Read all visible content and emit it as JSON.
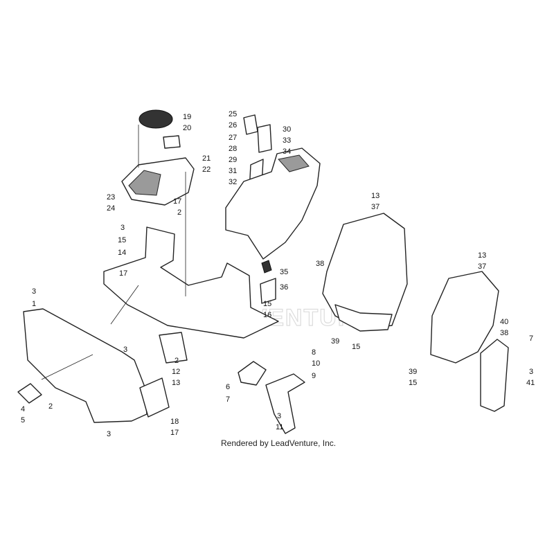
{
  "credit": "Rendered by LeadVenture, Inc.",
  "watermark": "LEADVENTURE",
  "callouts": [
    {
      "id": "c19",
      "label": "19"
    },
    {
      "id": "c20",
      "label": "20"
    },
    {
      "id": "c21",
      "label": "21"
    },
    {
      "id": "c22",
      "label": "22"
    },
    {
      "id": "c23",
      "label": "23"
    },
    {
      "id": "c24",
      "label": "24"
    },
    {
      "id": "c17a",
      "label": "17"
    },
    {
      "id": "c2a",
      "label": "2"
    },
    {
      "id": "c25",
      "label": "25"
    },
    {
      "id": "c26",
      "label": "26"
    },
    {
      "id": "c27",
      "label": "27"
    },
    {
      "id": "c28",
      "label": "28"
    },
    {
      "id": "c29",
      "label": "29"
    },
    {
      "id": "c31",
      "label": "31"
    },
    {
      "id": "c32",
      "label": "32"
    },
    {
      "id": "c30",
      "label": "30"
    },
    {
      "id": "c33",
      "label": "33"
    },
    {
      "id": "c34",
      "label": "34"
    },
    {
      "id": "c3a",
      "label": "3"
    },
    {
      "id": "c15a",
      "label": "15"
    },
    {
      "id": "c14",
      "label": "14"
    },
    {
      "id": "c17b",
      "label": "17"
    },
    {
      "id": "c35",
      "label": "35"
    },
    {
      "id": "c36",
      "label": "36"
    },
    {
      "id": "c15b",
      "label": "15"
    },
    {
      "id": "c16",
      "label": "16"
    },
    {
      "id": "c13a",
      "label": "13"
    },
    {
      "id": "c37a",
      "label": "37"
    },
    {
      "id": "c38a",
      "label": "38"
    },
    {
      "id": "c39a",
      "label": "39"
    },
    {
      "id": "c15c",
      "label": "15"
    },
    {
      "id": "c13b",
      "label": "13"
    },
    {
      "id": "c37b",
      "label": "37"
    },
    {
      "id": "c40",
      "label": "40"
    },
    {
      "id": "c38b",
      "label": "38"
    },
    {
      "id": "c7a",
      "label": "7"
    },
    {
      "id": "c3b",
      "label": "3"
    },
    {
      "id": "c41",
      "label": "41"
    },
    {
      "id": "c39b",
      "label": "39"
    },
    {
      "id": "c15d",
      "label": "15"
    },
    {
      "id": "c3c",
      "label": "3"
    },
    {
      "id": "c1",
      "label": "1"
    },
    {
      "id": "c3d",
      "label": "3"
    },
    {
      "id": "c2b",
      "label": "2"
    },
    {
      "id": "c12",
      "label": "12"
    },
    {
      "id": "c13c",
      "label": "13"
    },
    {
      "id": "c4",
      "label": "4"
    },
    {
      "id": "c5",
      "label": "5"
    },
    {
      "id": "c2c",
      "label": "2"
    },
    {
      "id": "c18",
      "label": "18"
    },
    {
      "id": "c17c",
      "label": "17"
    },
    {
      "id": "c3e",
      "label": "3"
    },
    {
      "id": "c6",
      "label": "6"
    },
    {
      "id": "c7b",
      "label": "7"
    },
    {
      "id": "c8",
      "label": "8"
    },
    {
      "id": "c10",
      "label": "10"
    },
    {
      "id": "c9",
      "label": "9"
    },
    {
      "id": "c3f",
      "label": "3"
    },
    {
      "id": "c11",
      "label": "11"
    }
  ]
}
